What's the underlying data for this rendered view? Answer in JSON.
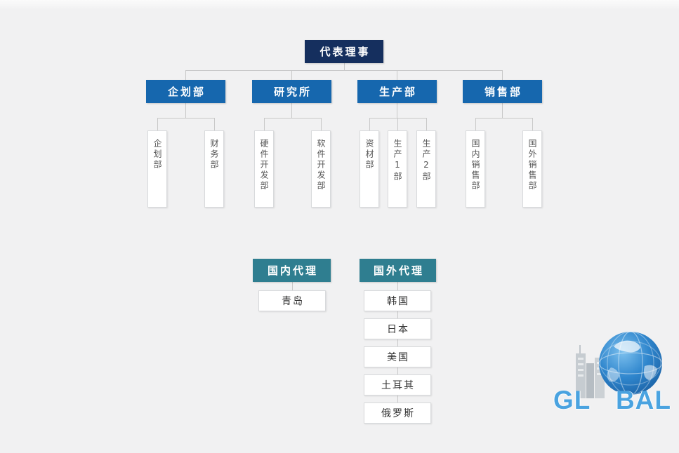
{
  "chart": {
    "root": {
      "label": "代表理事"
    },
    "departments": [
      {
        "label": "企划部",
        "children": [
          "企划部",
          "财务部"
        ]
      },
      {
        "label": "研究所",
        "children": [
          "硬件开发部",
          "软件开发部"
        ]
      },
      {
        "label": "生产部",
        "children": [
          "资材部",
          "生产1部",
          "生产2部"
        ]
      },
      {
        "label": "销售部",
        "children": [
          "国内销售部",
          "国外销售部"
        ]
      }
    ],
    "agent_groups": [
      {
        "label": "国内代理",
        "children": [
          "青岛"
        ]
      },
      {
        "label": "国外代理",
        "children": [
          "韩国",
          "日本",
          "美国",
          "土耳其",
          "俄罗斯"
        ]
      }
    ]
  },
  "logo": {
    "text": "GLOBAL",
    "left": "GL",
    "right": "BAL"
  },
  "colors": {
    "root_box": "#152f5e",
    "department_box": "#1667ae",
    "agent_box": "#2f7e90",
    "connector": "#c8c8c8",
    "background": "#f1f1f2",
    "logo_text": "#4aa3e0",
    "globe": "#2f86cd"
  }
}
